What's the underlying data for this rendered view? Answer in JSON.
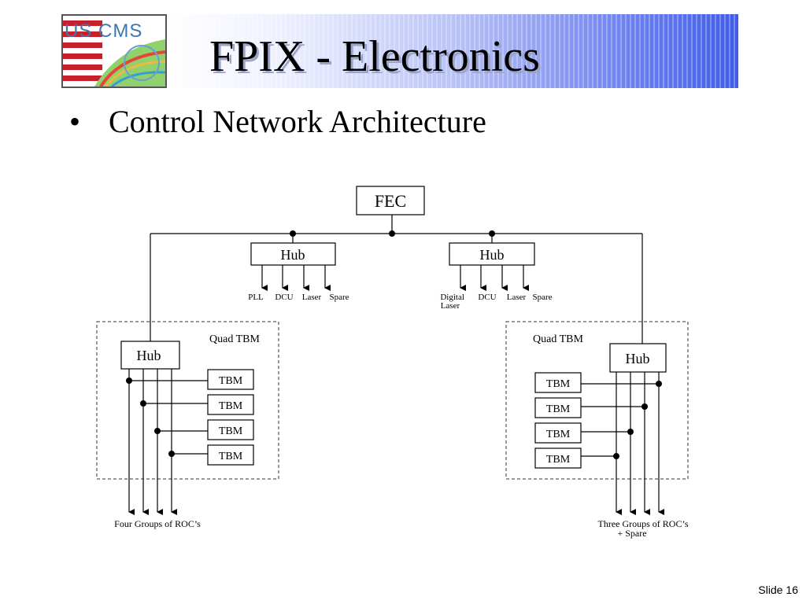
{
  "header": {
    "logo_text": "US CMS",
    "title": "FPIX - Electronics"
  },
  "content": {
    "bullet": "•",
    "bullet_text": "Control Network Architecture"
  },
  "diagram": {
    "fec_label": "FEC",
    "hub_label": "Hub",
    "tbm_label": "TBM",
    "quad_tbm_label": "Quad  TBM",
    "left_hub_outputs": [
      "PLL",
      "DCU",
      "Laser",
      "Spare"
    ],
    "right_hub_outputs": [
      "Digital Laser",
      "DCU",
      "Laser",
      "Spare"
    ],
    "left_caption": "Four Groups of ROC’s",
    "right_caption_line1": "Three Groups of ROC’s",
    "right_caption_line2": "+ Spare"
  },
  "footer": {
    "slide_label": "Slide  16"
  }
}
